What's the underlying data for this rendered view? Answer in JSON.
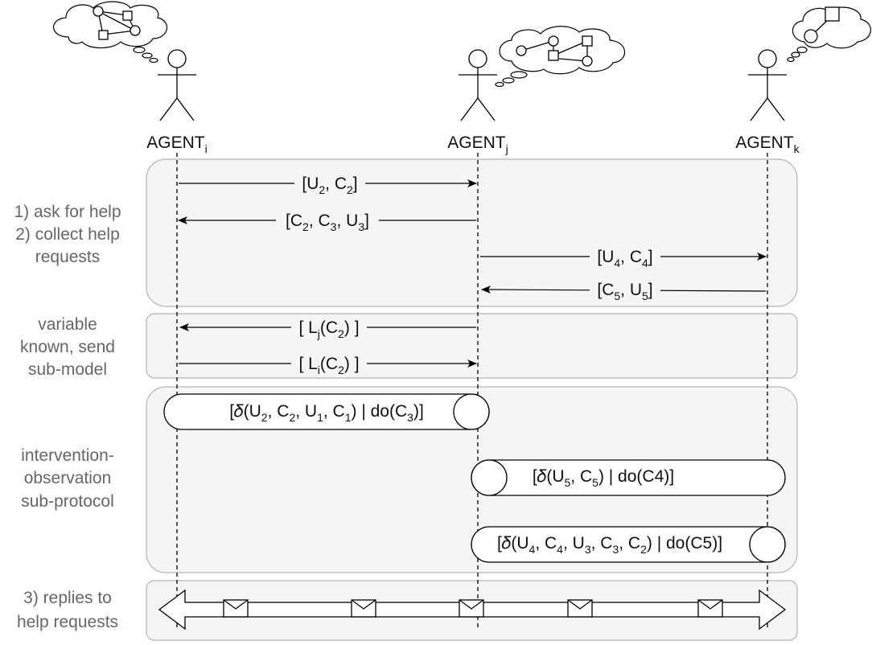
{
  "agents": [
    {
      "base": "AGENT",
      "sub": "i"
    },
    {
      "base": "AGENT",
      "sub": "j"
    },
    {
      "base": "AGENT",
      "sub": "k"
    }
  ],
  "phases": {
    "p1": [
      "1) ask for help",
      "2) collect help",
      "requests"
    ],
    "p2": [
      "variable",
      "known, send",
      "sub-model"
    ],
    "p3": [
      "intervention-",
      "observation",
      "sub-protocol"
    ],
    "p4": [
      "3) replies to",
      "help requests"
    ]
  },
  "messages": {
    "m1": {
      "a": "[U",
      "s1": "2",
      "b": ", C",
      "s2": "2",
      "c": "]"
    },
    "m2": {
      "a": "[C",
      "s1": "2",
      "b": ", C",
      "s2": "3",
      "c": ", U",
      "s3": "3",
      "d": "]"
    },
    "m3": {
      "a": "[U",
      "s1": "4",
      "b": ", C",
      "s2": "4",
      "c": "]"
    },
    "m4": {
      "a": "[C",
      "s1": "5",
      "b": ", U",
      "s2": "5",
      "c": "]"
    },
    "m5": {
      "a": "[ L",
      "s1": "j",
      "b": "(C",
      "s2": "2",
      "c": ") ]"
    },
    "m6": {
      "a": "[ L",
      "s1": "i",
      "b": "(C",
      "s2": "2",
      "c": ") ]"
    }
  },
  "subprotocols": {
    "s1": {
      "a": "[𝛿(U",
      "s1": "2",
      "b": ", C",
      "s2": "2",
      "c": ", U",
      "s3": "1",
      "d": ", C",
      "s4": "1",
      "e": ") | do(C",
      "s5": "3",
      "f": ")]"
    },
    "s2": {
      "a": "[𝛿(U",
      "s1": "5",
      "b": ", C",
      "s2": "5",
      "c": ") | do(C4)]"
    },
    "s3": {
      "a": "[𝛿(U",
      "s1": "4",
      "b": ", C",
      "s2": "4",
      "c": ", U",
      "s3": "3",
      "d": ", C",
      "s4": "3",
      "e": ", C",
      "s5": "2",
      "f": ") | do(C5)]"
    }
  }
}
